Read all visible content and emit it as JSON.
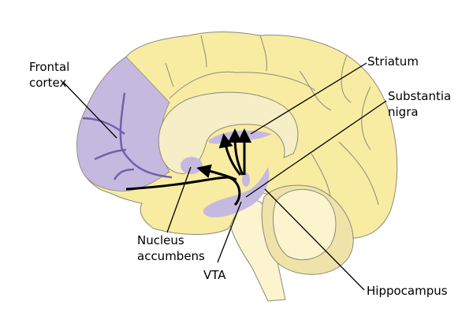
{
  "labels": {
    "frontal_cortex": "Frontal\ncortex",
    "striatum": "Striatum",
    "substantia_nigra": "Substantia\nnigra",
    "nucleus_accumbens": "Nucleus\naccumbens",
    "vta": "VTA",
    "hippocampus": "Hippocampus"
  },
  "colors": {
    "cortex": "#f8eca2",
    "pathway_region": "#c6b9e0",
    "corpus_callosum": "#f6eec6",
    "cerebellum": "#efe3a9",
    "brainstem": "#fbf4ce",
    "pathway_arrow": "#000000",
    "cortex_projection": "#6f62a8"
  }
}
